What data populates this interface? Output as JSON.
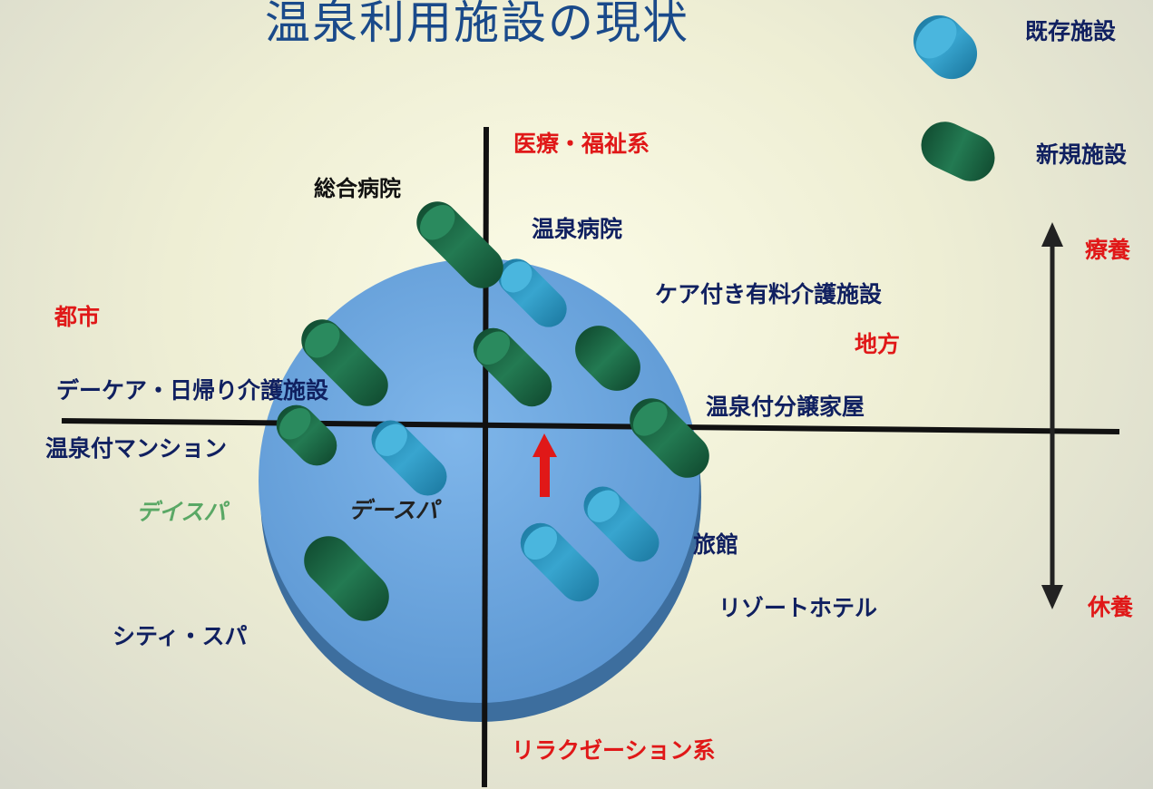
{
  "title": "温泉利用施設の現状",
  "legend": {
    "existing": {
      "label": "既存施設",
      "color": "#2a8cb3"
    },
    "new": {
      "label": "新規施設",
      "color": "#1c6e47"
    }
  },
  "axes": {
    "top": "医療・福祉系",
    "bottom": "リラクゼーション系",
    "left": "都市",
    "right": "地方",
    "scale_top": "療養",
    "scale_bottom": "休養"
  },
  "facilities": {
    "general_hospital": "総合病院",
    "onsen_hospital": "温泉病院",
    "care_home": "ケア付き有料介護施設",
    "day_care": "デーケア・日帰り介護施設",
    "onsen_house": "温泉付分譲家屋",
    "onsen_mansion": "温泉付マンション",
    "day_spa_jp": "デイスパ",
    "day_spa": "デースパ",
    "ryokan": "旅館",
    "resort_hotel": "リゾートホテル",
    "city_spa": "シティ・スパ"
  },
  "colors": {
    "circle": "#6aa4dc",
    "axis": "#111111",
    "arrow": "#e01818",
    "label_red": "#e01818",
    "label_navy": "#102060"
  }
}
